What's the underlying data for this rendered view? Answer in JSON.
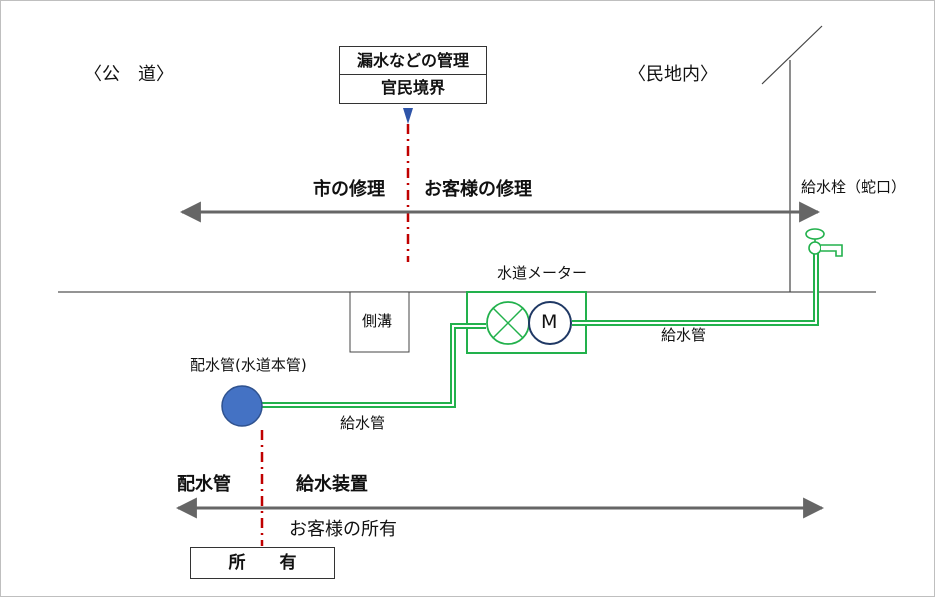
{
  "labels": {
    "public_road": "〈公　道〉",
    "private_land": "〈民地内〉",
    "leak_mgmt": "漏水などの管理",
    "boundary": "官民境界",
    "city_repair": "市の修理",
    "customer_repair": "お客様の修理",
    "faucet": "給水栓（蛇口）",
    "meter": "水道メーター",
    "meter_symbol": "M",
    "gutter": "側溝",
    "main_pipe": "配水管(水道本管)",
    "service_pipe_right": "給水管",
    "service_pipe_left": "給水管",
    "dist_pipe": "配水管",
    "supply_device": "給水装置",
    "customer_owned": "お客様の所有",
    "ownership": "所　　有"
  },
  "colors": {
    "pipe_green": "#22b14c",
    "main_pipe_blue": "#4472c4",
    "boundary_red": "#c00000",
    "arrow_gray": "#666666",
    "meter_navy": "#1f3864"
  }
}
